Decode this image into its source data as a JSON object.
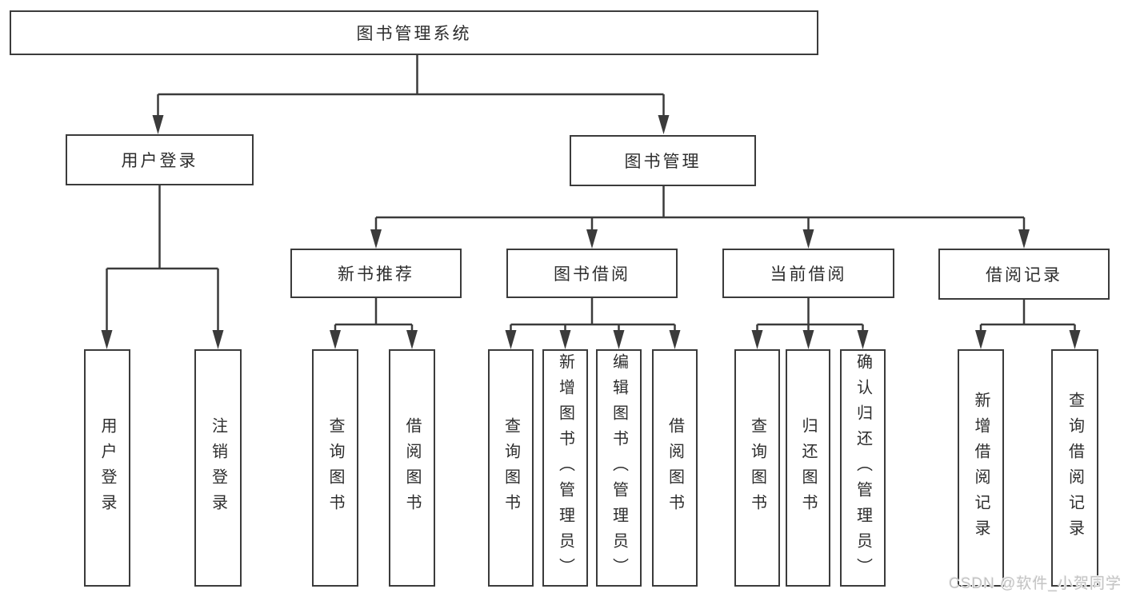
{
  "diagram": {
    "root": {
      "label": "图书管理系统"
    },
    "level2": [
      {
        "label": "用户登录"
      },
      {
        "label": "图书管理"
      }
    ],
    "level3": [
      {
        "label": "新书推荐"
      },
      {
        "label": "图书借阅"
      },
      {
        "label": "当前借阅"
      },
      {
        "label": "借阅记录"
      }
    ],
    "leaves": {
      "login": [
        "用户登录",
        "注销登录"
      ],
      "newbook": [
        "查询图书",
        "借阅图书"
      ],
      "borrow": [
        "查询图书",
        "新增图书（管理员）",
        "编辑图书（管理员）",
        "借阅图书"
      ],
      "current": [
        "查询图书",
        "归还图书",
        "确认归还（管理员）"
      ],
      "records": [
        "新增借阅记录",
        "查询借阅记录"
      ]
    },
    "watermark": "CSDN @软件_小贺同学",
    "colors": {
      "line": "#3b3b3b",
      "text": "#2d2d2d",
      "background": "#ffffff",
      "watermark": "#c3c3c3"
    }
  }
}
